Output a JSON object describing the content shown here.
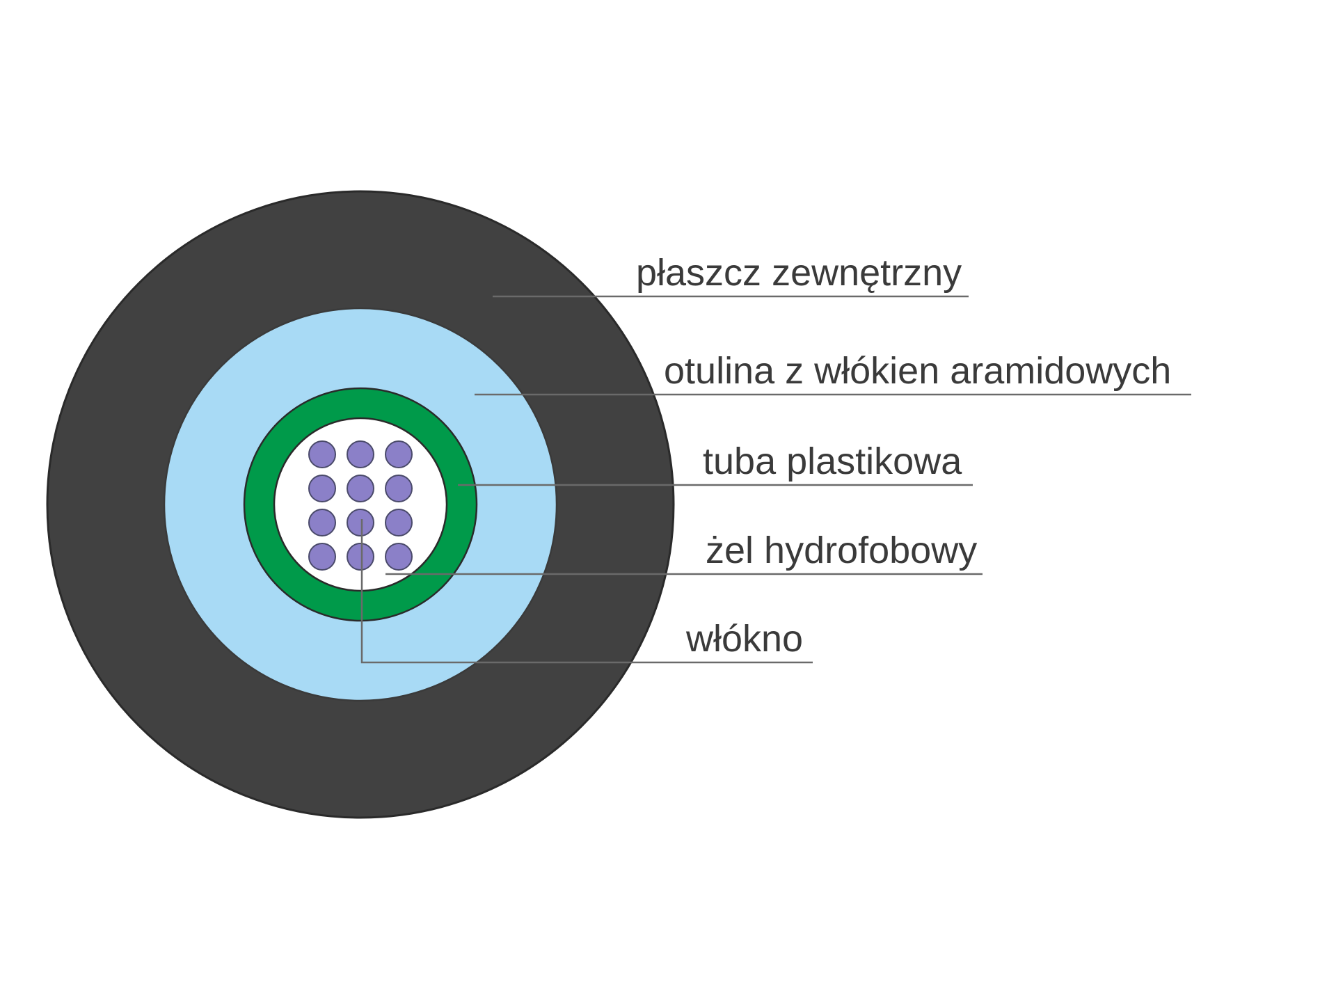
{
  "labels": {
    "outer_jacket": "płaszcz zewnętrzny",
    "aramid_layer": "otulina z włókien aramidowych",
    "plastic_tube": "tuba plastikowa",
    "gel": "żel hydrofobowy",
    "fiber": "włókno"
  },
  "colors": {
    "outer_jacket": "#414141",
    "aramid_layer": "#a8daf5",
    "plastic_tube": "#009a4a",
    "gel": "#ffffff",
    "fiber": "#8b80c8",
    "fiber_outline": "#4a4a6a",
    "leader_line": "#6a6a6a",
    "text": "#3a3a3a"
  },
  "fiber_count": 12
}
